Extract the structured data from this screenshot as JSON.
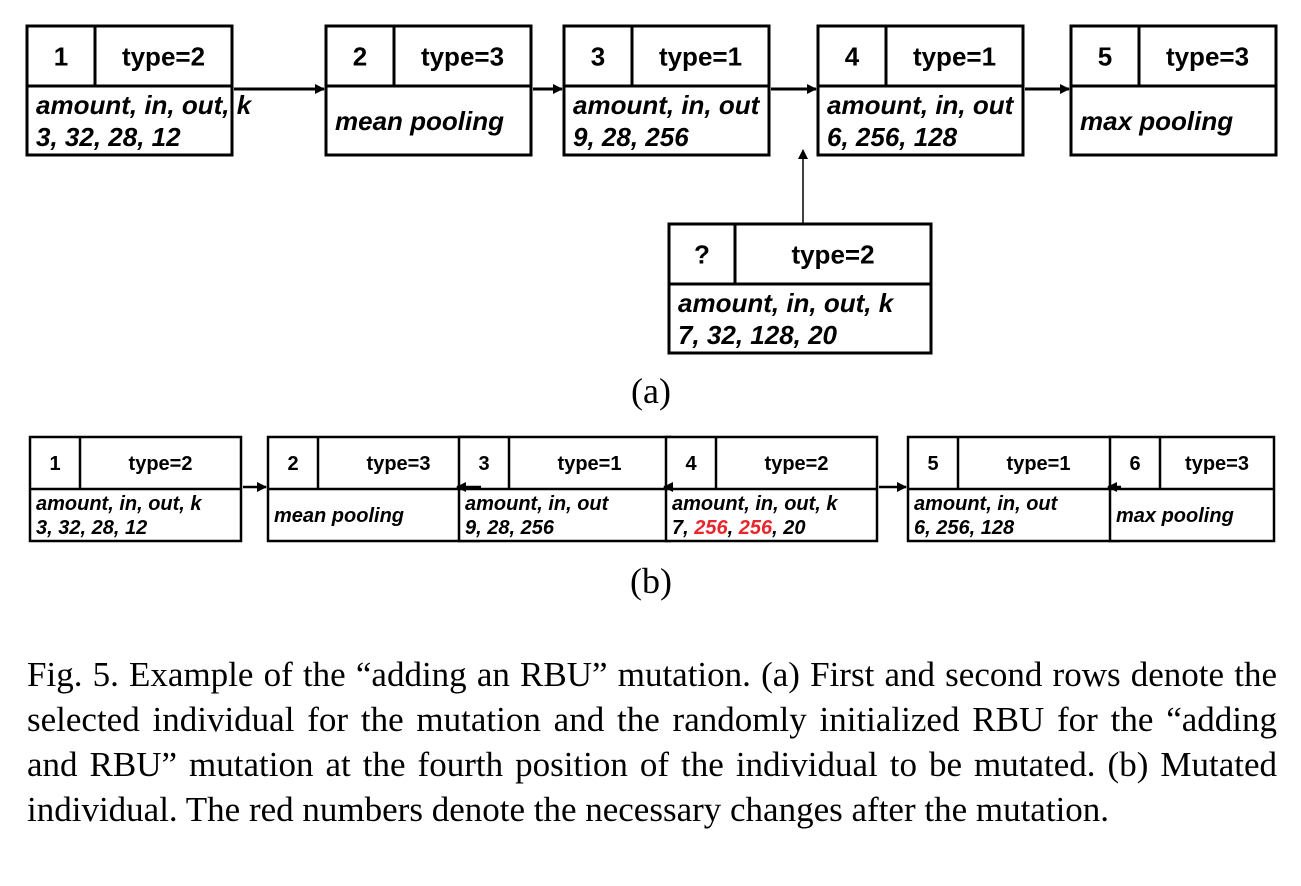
{
  "highlight_color": "#e8262b",
  "panel_a": {
    "label": "(a)",
    "blocks": [
      {
        "index": "1",
        "type": "type=2",
        "lines": [
          [
            {
              "t": "amount, in, out, k"
            }
          ],
          [
            {
              "t": "3, 32, 28, 12"
            }
          ]
        ]
      },
      {
        "index": "2",
        "type": "type=3",
        "lines": [
          [
            {
              "t": "mean pooling"
            }
          ]
        ]
      },
      {
        "index": "3",
        "type": "type=1",
        "lines": [
          [
            {
              "t": "amount, in, out"
            }
          ],
          [
            {
              "t": "9, 28, 256"
            }
          ]
        ]
      },
      {
        "index": "4",
        "type": "type=1",
        "lines": [
          [
            {
              "t": "amount, in, out"
            }
          ],
          [
            {
              "t": "6, 256, 128"
            }
          ]
        ]
      },
      {
        "index": "5",
        "type": "type=3",
        "lines": [
          [
            {
              "t": "max pooling"
            }
          ]
        ]
      }
    ],
    "new_block": {
      "index": "?",
      "type": "type=2",
      "lines": [
        [
          {
            "t": "amount, in, out, k"
          }
        ],
        [
          {
            "t": "7, 32, 128, 20"
          }
        ]
      ]
    }
  },
  "panel_b": {
    "label": "(b)",
    "blocks": [
      {
        "index": "1",
        "type": "type=2",
        "lines": [
          [
            {
              "t": "amount, in, out, k"
            }
          ],
          [
            {
              "t": "3, 32, 28, 12"
            }
          ]
        ]
      },
      {
        "index": "2",
        "type": "type=3",
        "lines": [
          [
            {
              "t": "mean pooling"
            }
          ]
        ]
      },
      {
        "index": "3",
        "type": "type=1",
        "lines": [
          [
            {
              "t": "amount, in, out"
            }
          ],
          [
            {
              "t": "9, 28, 256"
            }
          ]
        ]
      },
      {
        "index": "4",
        "index_red": true,
        "type": "type=2",
        "lines": [
          [
            {
              "t": "amount, in, out, k"
            }
          ],
          [
            {
              "t": "7, "
            },
            {
              "t": "256",
              "red": true
            },
            {
              "t": ", "
            },
            {
              "t": "256",
              "red": true
            },
            {
              "t": ", 20"
            }
          ]
        ]
      },
      {
        "index": "5",
        "index_red": true,
        "type": "type=1",
        "lines": [
          [
            {
              "t": "amount, in, out"
            }
          ],
          [
            {
              "t": "6, 256, 128"
            }
          ]
        ]
      },
      {
        "index": "6",
        "index_red": true,
        "type": "type=3",
        "lines": [
          [
            {
              "t": "max pooling"
            }
          ]
        ]
      }
    ]
  },
  "caption": "Fig. 5.   Example of the “adding an RBU” mutation. (a) First and second rows denote the selected individual for the mutation and the randomly initialized RBU for the “adding and RBU” mutation at the fourth position of the individual to be mutated. (b) Mutated individual. The red numbers denote the necessary changes after the mutation."
}
